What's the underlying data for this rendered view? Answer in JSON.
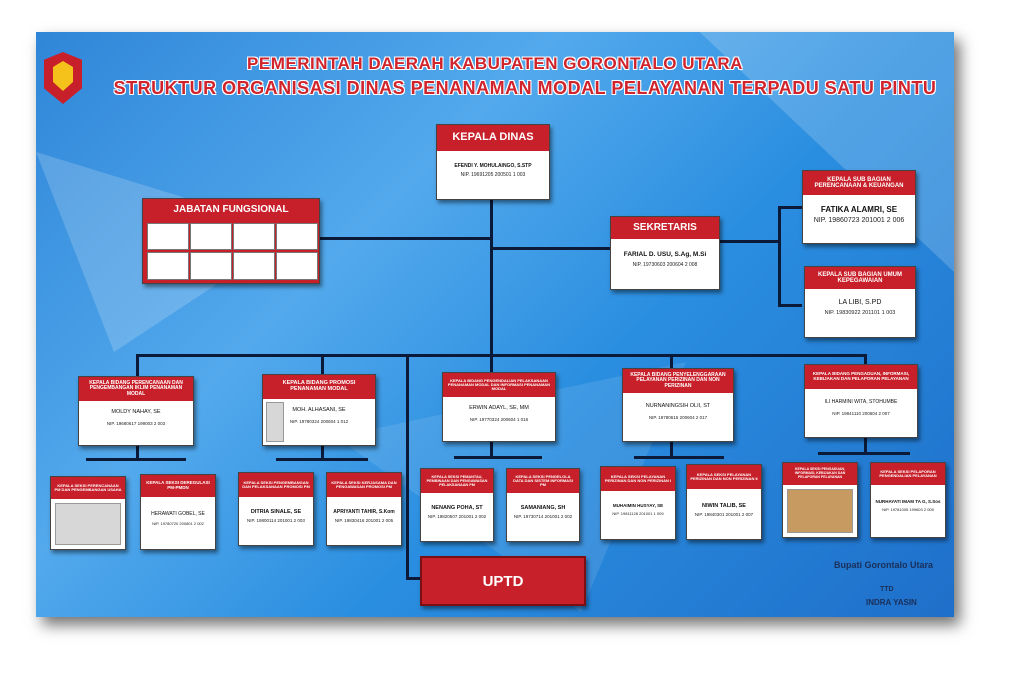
{
  "header": {
    "line1": "PEMERINTAH DAERAH KABUPATEN GORONTALO UTARA",
    "line2": "STRUKTUR ORGANISASI DINAS PENANAMAN MODAL PELAYANAN TERPADU SATU PINTU"
  },
  "kepala_dinas": {
    "title": "KEPALA DINAS",
    "name": "EFENDI Y. MOHULAINGO, S.STP",
    "nip": "NIP. 19691205 200501 1 003"
  },
  "jabatan_fungsional": {
    "title": "JABATAN FUNGSIONAL"
  },
  "sekretaris": {
    "title": "SEKRETARIS",
    "name": "FARIAL D. USU, S.Ag, M.Si",
    "nip": "NIP. 19730603 200604 2 008"
  },
  "kasubag_perencanaan": {
    "title": "KEPALA SUB BAGIAN PERENCANAAN & KEUANGAN",
    "name": "FATIKA ALAMRI, SE",
    "nip": "NIP. 19860723 201001 2 006"
  },
  "kasubag_umum": {
    "title": "KEPALA SUB BAGIAN UMUM KEPEGAWAIAN",
    "name": "LA LIBI, S.PD",
    "nip": "NIP. 19830922 201101 1 003"
  },
  "kabid": [
    {
      "title": "KEPALA BIDANG PERENCANAAN DAN PENGEMBANGAN IKLIM PENANAMAN MODAL",
      "name": "MOLDY NAHAY, SE",
      "nip": "NIP. 19680617 199003 2 003"
    },
    {
      "title": "KEPALA BIDANG PROMOSI PENANAMAN MODAL",
      "name": "MOH. ALHASANI, SE",
      "nip": "NIP. 19780324 200604 1 012"
    },
    {
      "title": "KEPALA BIDANG PENGENDALIAN PELAKSANAAN PENANAMAN MODAL DAN INFORMASI PENANAMAN MODAL",
      "name": "ERWIN ADAYL, SE, MM",
      "nip": "NIP. 19770324 200604 1 016"
    },
    {
      "title": "KEPALA BIDANG PENYELENGGARAAN PELAYANAN PERIZINAN DAN NON PERIZINAN",
      "name": "NURNANINGSIH OLII, ST",
      "nip": "NIP. 19780615 200604 2 017"
    },
    {
      "title": "KEPALA BIDANG PENGADUAN, INFORMASI, KEBIJAKAN DAN PELAPORAN PELAYANAN",
      "name": "ILI HARMINI WITA, STOHUMBE",
      "nip": "NIP. 19841110 200604 2 007"
    }
  ],
  "kasi": [
    {
      "title": "KEPALA SEKSI PERENCANAAN PM DAN PENGEMBANGAN USAHA",
      "name": "",
      "nip": ""
    },
    {
      "title": "KEPALA SEKSI DEREGULASI PM-PMDN",
      "name": "HERAWATI GOBEL, SE",
      "nip": "NIP. 19780720 200801 2 002"
    },
    {
      "title": "KEPALA SEKSI PENGEMBANGAN DAN PELAKSANAAN PROMOSI PM",
      "name": "DITRIA SINALE, SE",
      "nip": "NIP. 19800114 201001 2 003"
    },
    {
      "title": "KEPALA SEKSI KERJASAMA DAN PENGAWASAN PROMOSI PM",
      "name": "APRIYANTI TAHIR, S.Kom",
      "nip": "NIP. 19830416 201001 2 005"
    },
    {
      "title": "KEPALA SEKSI PEMANTAU, PEMBINAAN DAN PENGAWASAN PELAKSANAAN PM",
      "name": "NENANG POHA, ST",
      "nip": "NIP. 19820507 201001 2 002"
    },
    {
      "title": "KEPALA SEKSI PENGELOLA DATA DAN SISTEM INFORMASI PM",
      "name": "SAMANIANG, SH",
      "nip": "NIP. 19730714 201001 2 002"
    },
    {
      "title": "KEPALA SEKSI PELAYANAN PERIZINAN DAN NON PERIZINAN I",
      "name": "MUHAIMIN HUSYAY, SE",
      "nip": "NIP. 19811128 201001 1 009"
    },
    {
      "title": "KEPALA SEKSI PELAYANAN PERIZINAN DAN NON PERIZINAN II",
      "name": "NIWIN TALIB, SE",
      "nip": "NIP. 19840301 201001 2 007"
    },
    {
      "title": "KEPALA SEKSI PENGADUAN, INFORMASI, KEBIJAKAN DAN PELAPORAN PELAYANAN",
      "name": "",
      "nip": ""
    },
    {
      "title": "KEPALA SEKSI PELAPORAN PENGENDALIAN PELAYANAN",
      "name": "NURHAYATI IMAM TA G, S.Sos",
      "nip": "NIP. 19781005 199603 2 005"
    }
  ],
  "uptd": {
    "label": "UPTD"
  },
  "footer": {
    "title": "Bupati Gorontalo Utara",
    "sig": "TTD",
    "name": "INDRA YASIN"
  }
}
